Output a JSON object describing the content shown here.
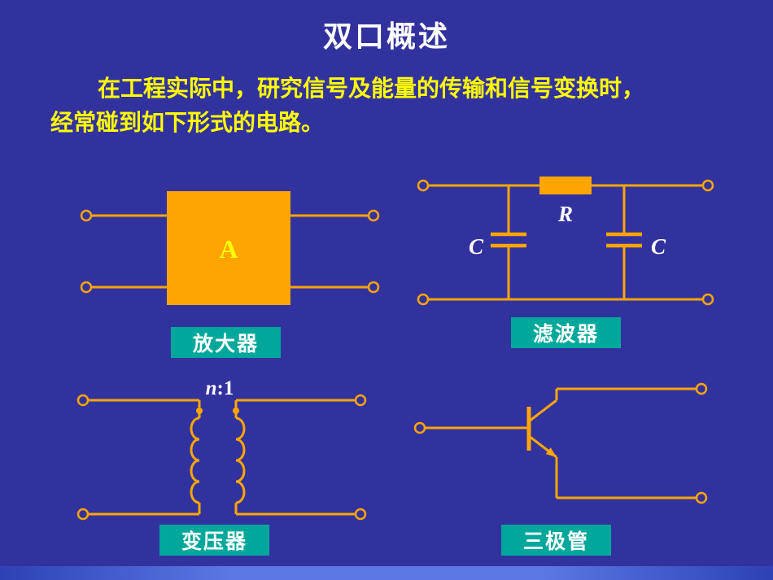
{
  "slide": {
    "title": "双口概述",
    "body": {
      "line1": "在工程实际中，研究信号及能量的传输和信号变换时，",
      "line2": "经常碰到如下形式的电路。"
    }
  },
  "diagrams": {
    "amplifier": {
      "symbol": "A",
      "label": "放大器"
    },
    "filter": {
      "resistor_label": "R",
      "cap_left_label": "C",
      "cap_right_label": "C",
      "label": "滤波器"
    },
    "transformer": {
      "ratio_n": "n",
      "ratio_rest": ":1",
      "label": "变压器"
    },
    "transistor": {
      "label": "三极管"
    }
  },
  "colors": {
    "background": "#32329e",
    "circuit_orange": "#ffa500",
    "label_teal": "#00a79b",
    "text_yellow": "#ffff00",
    "text_white": "#ffffff",
    "footer_blue": "#5b78e4"
  }
}
